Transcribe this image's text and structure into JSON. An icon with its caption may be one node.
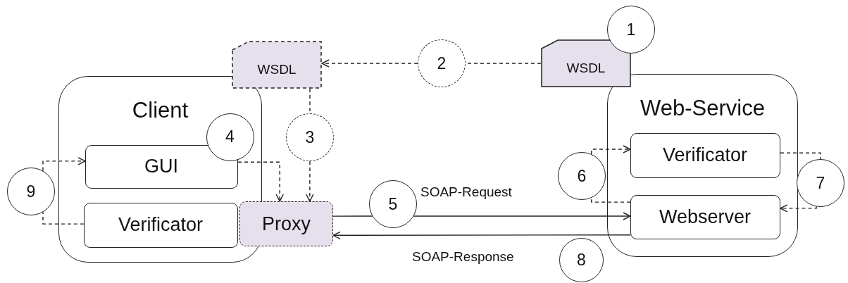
{
  "diagram": {
    "nodes": [
      {
        "text": [
          "1"
        ]
      },
      {
        "text": [
          "WSDL"
        ]
      },
      {
        "text": [
          "2"
        ]
      },
      {
        "text": [
          "WSDL"
        ]
      },
      {
        "text": [
          "Client"
        ]
      },
      {
        "text": [
          "GUI"
        ],
        "in": 4
      },
      {
        "text": [
          "4"
        ],
        "in": 4
      },
      {
        "text": [
          "Verificator"
        ],
        "in": 4
      },
      {
        "text": [
          "Proxy"
        ]
      },
      {
        "text": [
          "3"
        ]
      },
      {
        "text": [
          "Web-Service"
        ]
      },
      {
        "text": [
          "Verificator"
        ],
        "in": 10
      },
      {
        "text": [
          "Webserver"
        ],
        "in": 10
      },
      {
        "text": [
          "5"
        ]
      },
      {
        "text": [
          "6"
        ]
      },
      {
        "text": [
          "7"
        ]
      },
      {
        "text": [
          "8"
        ]
      },
      {
        "text": [
          "9"
        ]
      }
    ],
    "edges": [
      {
        "from": 3,
        "to": 2,
        "arrow": "none",
        "style": "dashed"
      },
      {
        "from": 2,
        "to": 1,
        "arrow": "to",
        "style": "dashed"
      },
      {
        "from": 1,
        "to": 9,
        "arrow": "none",
        "style": "dashed"
      },
      {
        "from": 9,
        "to": 8,
        "arrow": "to",
        "style": "dashed"
      },
      {
        "from": 5,
        "to": 8,
        "arrow": "to",
        "style": "dashed"
      },
      {
        "from": 8,
        "to": 13,
        "arrow": "none"
      },
      {
        "from": 13,
        "to": 12,
        "arrow": "to",
        "label": "SOAP-Request"
      },
      {
        "from": 12,
        "to": 8,
        "arrow": "to",
        "label": "SOAP-Response"
      },
      {
        "from": 12,
        "to": 14,
        "arrow": "none",
        "style": "dashed"
      },
      {
        "from": 14,
        "to": 11,
        "arrow": "to",
        "style": "dashed"
      },
      {
        "from": 11,
        "to": 15,
        "arrow": "none",
        "style": "dashed"
      },
      {
        "from": 15,
        "to": 12,
        "arrow": "to",
        "style": "dashed"
      },
      {
        "from": 7,
        "to": 17,
        "arrow": "none",
        "style": "dashed"
      },
      {
        "from": 17,
        "to": 5,
        "arrow": "to",
        "style": "dashed"
      }
    ]
  }
}
